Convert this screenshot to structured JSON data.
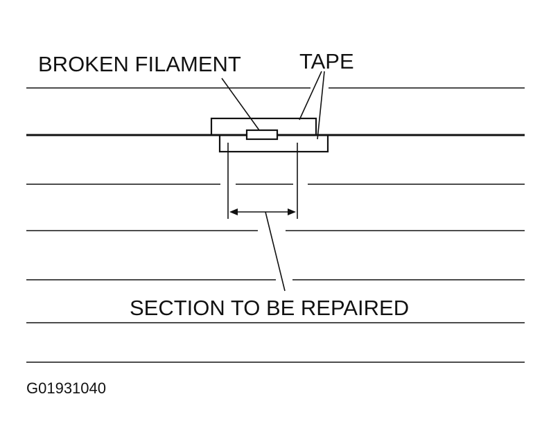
{
  "labels": {
    "broken_filament": "BROKEN FILAMENT",
    "tape": "TAPE",
    "section_to_be_repaired": "SECTION TO BE REPAIRED"
  },
  "figure_code": "G01931040",
  "colors": {
    "ink": "#111111",
    "background": "#ffffff"
  }
}
